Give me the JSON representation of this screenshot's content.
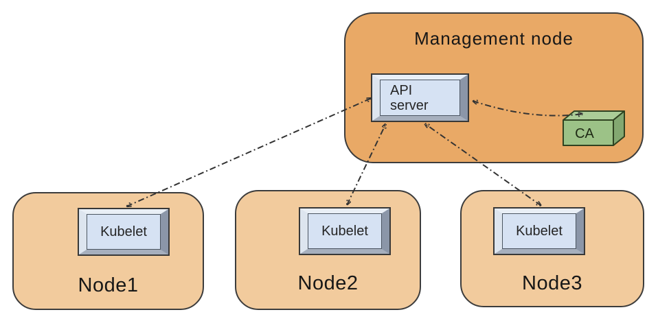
{
  "diagram": {
    "type": "architecture-diagram",
    "management_node": {
      "title": "Management node",
      "api_server": {
        "label": "API server"
      },
      "ca": {
        "label": "CA"
      }
    },
    "worker_nodes": [
      {
        "name": "Node1",
        "component": "Kubelet"
      },
      {
        "name": "Node2",
        "component": "Kubelet"
      },
      {
        "name": "Node3",
        "component": "Kubelet"
      }
    ],
    "connections": [
      {
        "from": "Node1 Kubelet",
        "to": "API server",
        "bidirectional": true,
        "line_style": "dash-dot"
      },
      {
        "from": "Node2 Kubelet",
        "to": "API server",
        "bidirectional": true,
        "line_style": "dash-dot"
      },
      {
        "from": "Node3 Kubelet",
        "to": "API server",
        "bidirectional": true,
        "line_style": "dash-dot"
      },
      {
        "from": "API server",
        "to": "CA",
        "bidirectional": true,
        "line_style": "dash-dot"
      }
    ],
    "colors": {
      "management_fill": "#E9A966",
      "worker_node_fill": "#F2CB9D",
      "box_face": "#D6E2F3",
      "bevel_light": "#E9EFF6",
      "bevel_dark": "#8B96A8",
      "ca_front": "#9CC287",
      "ca_top": "#ABCD97",
      "ca_side": "#83A871",
      "border": "#3C3C3C",
      "arrow": "#333333",
      "background": "#FFFFFF"
    }
  }
}
